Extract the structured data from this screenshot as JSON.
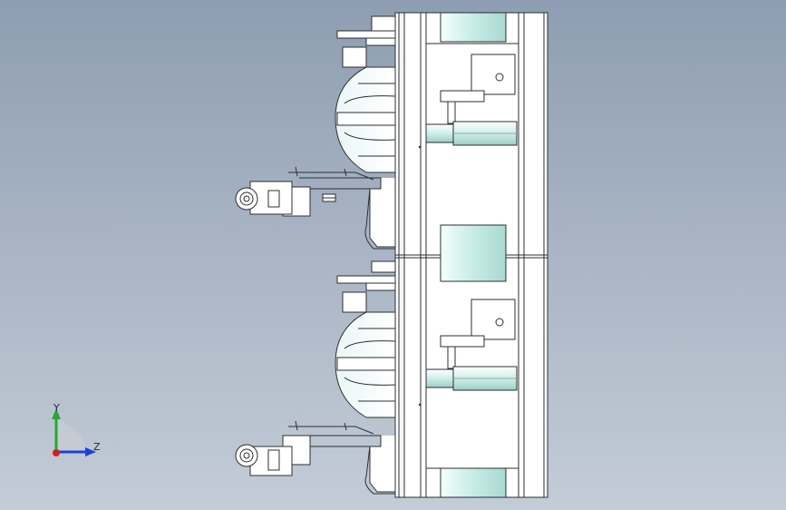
{
  "viewport": {
    "background_top": "#8e9db1",
    "background_bottom": "#c3ccd7"
  },
  "colors": {
    "outline": "#2b2f33",
    "face": "#ffffff",
    "teal_light": "#dff5f2",
    "teal_mid": "#b9e6df",
    "shadow": "#9aa6a8"
  },
  "triad": {
    "y_label": "Y",
    "z_label": "Z",
    "y_color": "#22aa33",
    "z_color": "#1f3fd6",
    "x_color": "#d41f1f"
  },
  "model": {
    "modules": [
      "upper-module",
      "lower-module"
    ]
  }
}
